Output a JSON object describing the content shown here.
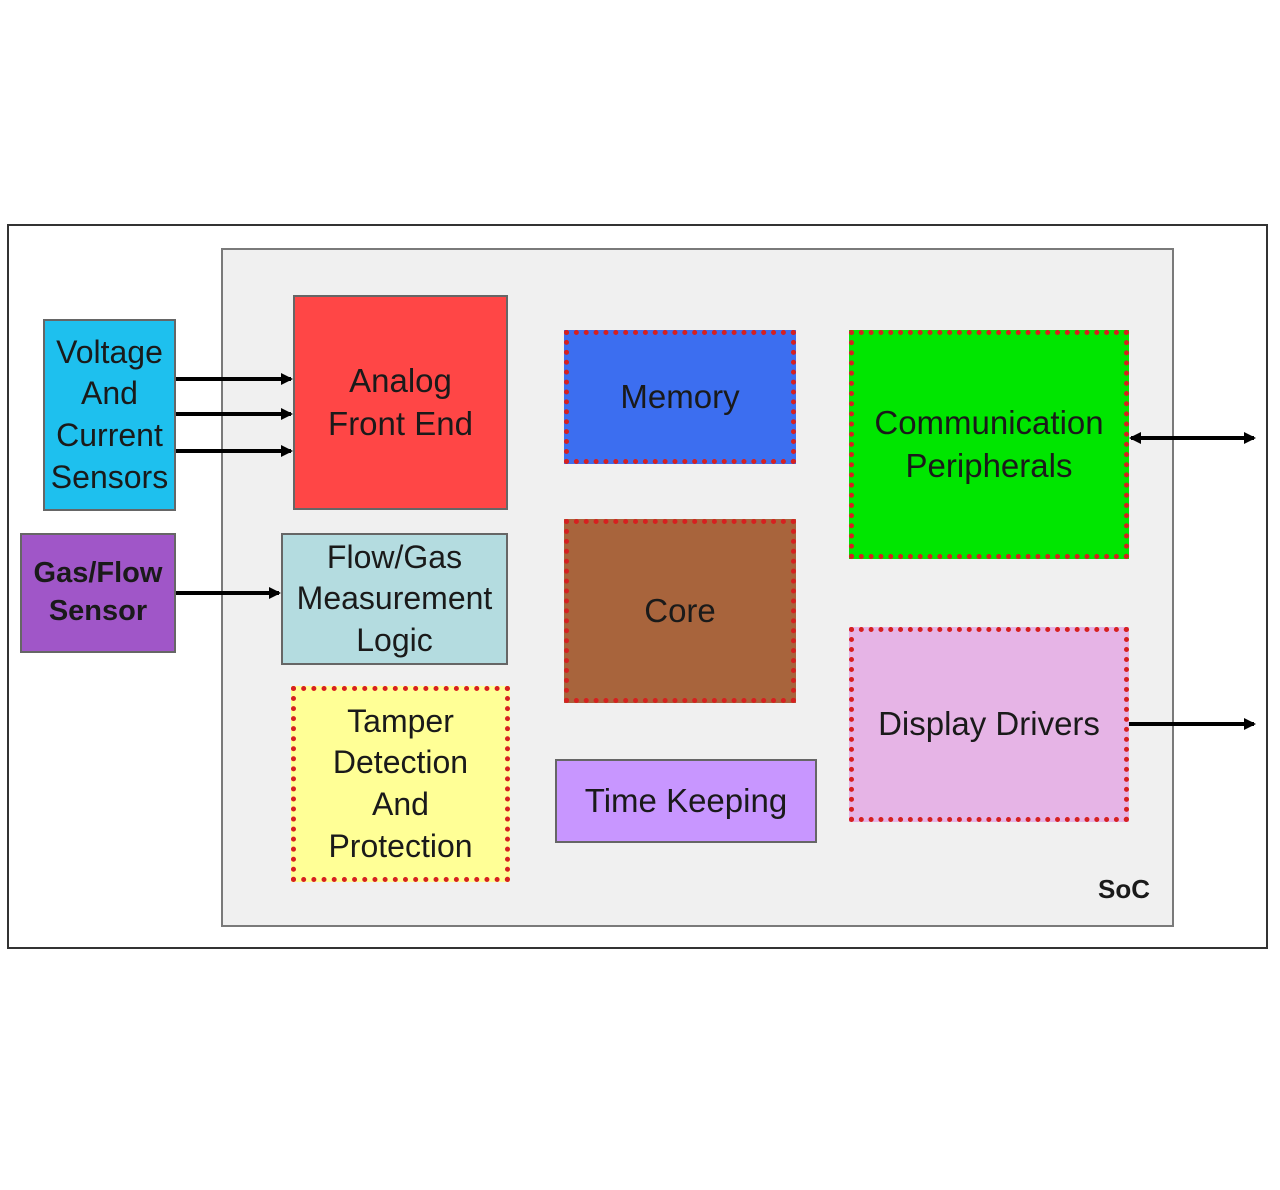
{
  "colors": {
    "voltage_sensors": "#1ec0ee",
    "gas_flow_sensor": "#a056c8",
    "analog_front_end": "#ff4646",
    "flow_gas_logic": "#b4dce0",
    "tamper": "#ffff96",
    "memory": "#3c6ef0",
    "core": "#a8643c",
    "time_keeping": "#c896ff",
    "communication": "#00e600",
    "display": "#e6b4e6",
    "dotted_border": "#d62020",
    "soc_background": "#f0f0f0"
  },
  "external": {
    "voltage_sensors": "Voltage\nAnd\nCurrent\nSensors",
    "gas_flow_sensor": "Gas/Flow\nSensor"
  },
  "soc": {
    "label": "SoC",
    "blocks": {
      "analog_front_end": "Analog\nFront End",
      "flow_gas_logic": "Flow/Gas\nMeasurement\nLogic",
      "tamper": "Tamper\nDetection\nAnd\nProtection",
      "memory": "Memory",
      "core": "Core",
      "time_keeping": "Time Keeping",
      "communication": "Communication\nPeripherals",
      "display": "Display Drivers"
    }
  }
}
